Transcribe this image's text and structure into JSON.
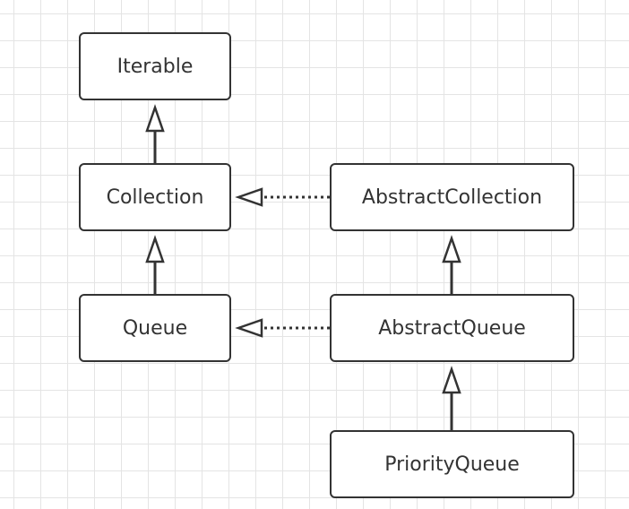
{
  "diagram": {
    "nodes": [
      {
        "id": "iterable",
        "label": "Iterable"
      },
      {
        "id": "collection",
        "label": "Collection"
      },
      {
        "id": "queue",
        "label": "Queue"
      },
      {
        "id": "abstract_collection",
        "label": "AbstractCollection"
      },
      {
        "id": "abstract_queue",
        "label": "AbstractQueue"
      },
      {
        "id": "priority_queue",
        "label": "PriorityQueue"
      }
    ],
    "edges": [
      {
        "from": "collection",
        "to": "iterable",
        "style": "solid",
        "arrow": "hollow-triangle"
      },
      {
        "from": "queue",
        "to": "collection",
        "style": "solid",
        "arrow": "hollow-triangle"
      },
      {
        "from": "abstract_collection",
        "to": "collection",
        "style": "dotted",
        "arrow": "hollow-triangle"
      },
      {
        "from": "abstract_queue",
        "to": "queue",
        "style": "dotted",
        "arrow": "hollow-triangle"
      },
      {
        "from": "abstract_queue",
        "to": "abstract_collection",
        "style": "solid",
        "arrow": "hollow-triangle"
      },
      {
        "from": "priority_queue",
        "to": "abstract_queue",
        "style": "solid",
        "arrow": "hollow-triangle"
      }
    ],
    "colors": {
      "stroke": "#333333",
      "node_fill": "#ffffff",
      "grid": "#e4e4e4",
      "background": "#ffffff"
    }
  }
}
